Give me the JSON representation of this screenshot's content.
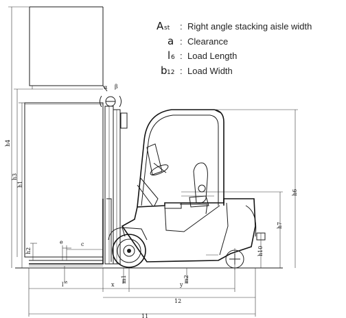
{
  "legend": [
    {
      "symbol": "A",
      "sub": "st",
      "text": "Right angle stacking aisle width"
    },
    {
      "symbol": "a",
      "sub": "",
      "text": "Clearance"
    },
    {
      "symbol": "l",
      "sub": "6",
      "text": "Load Length"
    },
    {
      "symbol": "b",
      "sub": "12",
      "text": "Load Width"
    }
  ],
  "dimensions": {
    "h4": "h4",
    "h3": "h3",
    "h1": "h1",
    "h2": "h2",
    "h6": "h6",
    "h7": "h7",
    "h10": "h10",
    "s": "s",
    "e": "e",
    "c": "c",
    "m1": "m1",
    "m2": "m2",
    "x": "x",
    "y": "y",
    "l": "l",
    "l2": "12",
    "l1": "11",
    "alpha": "α",
    "beta": "β"
  }
}
